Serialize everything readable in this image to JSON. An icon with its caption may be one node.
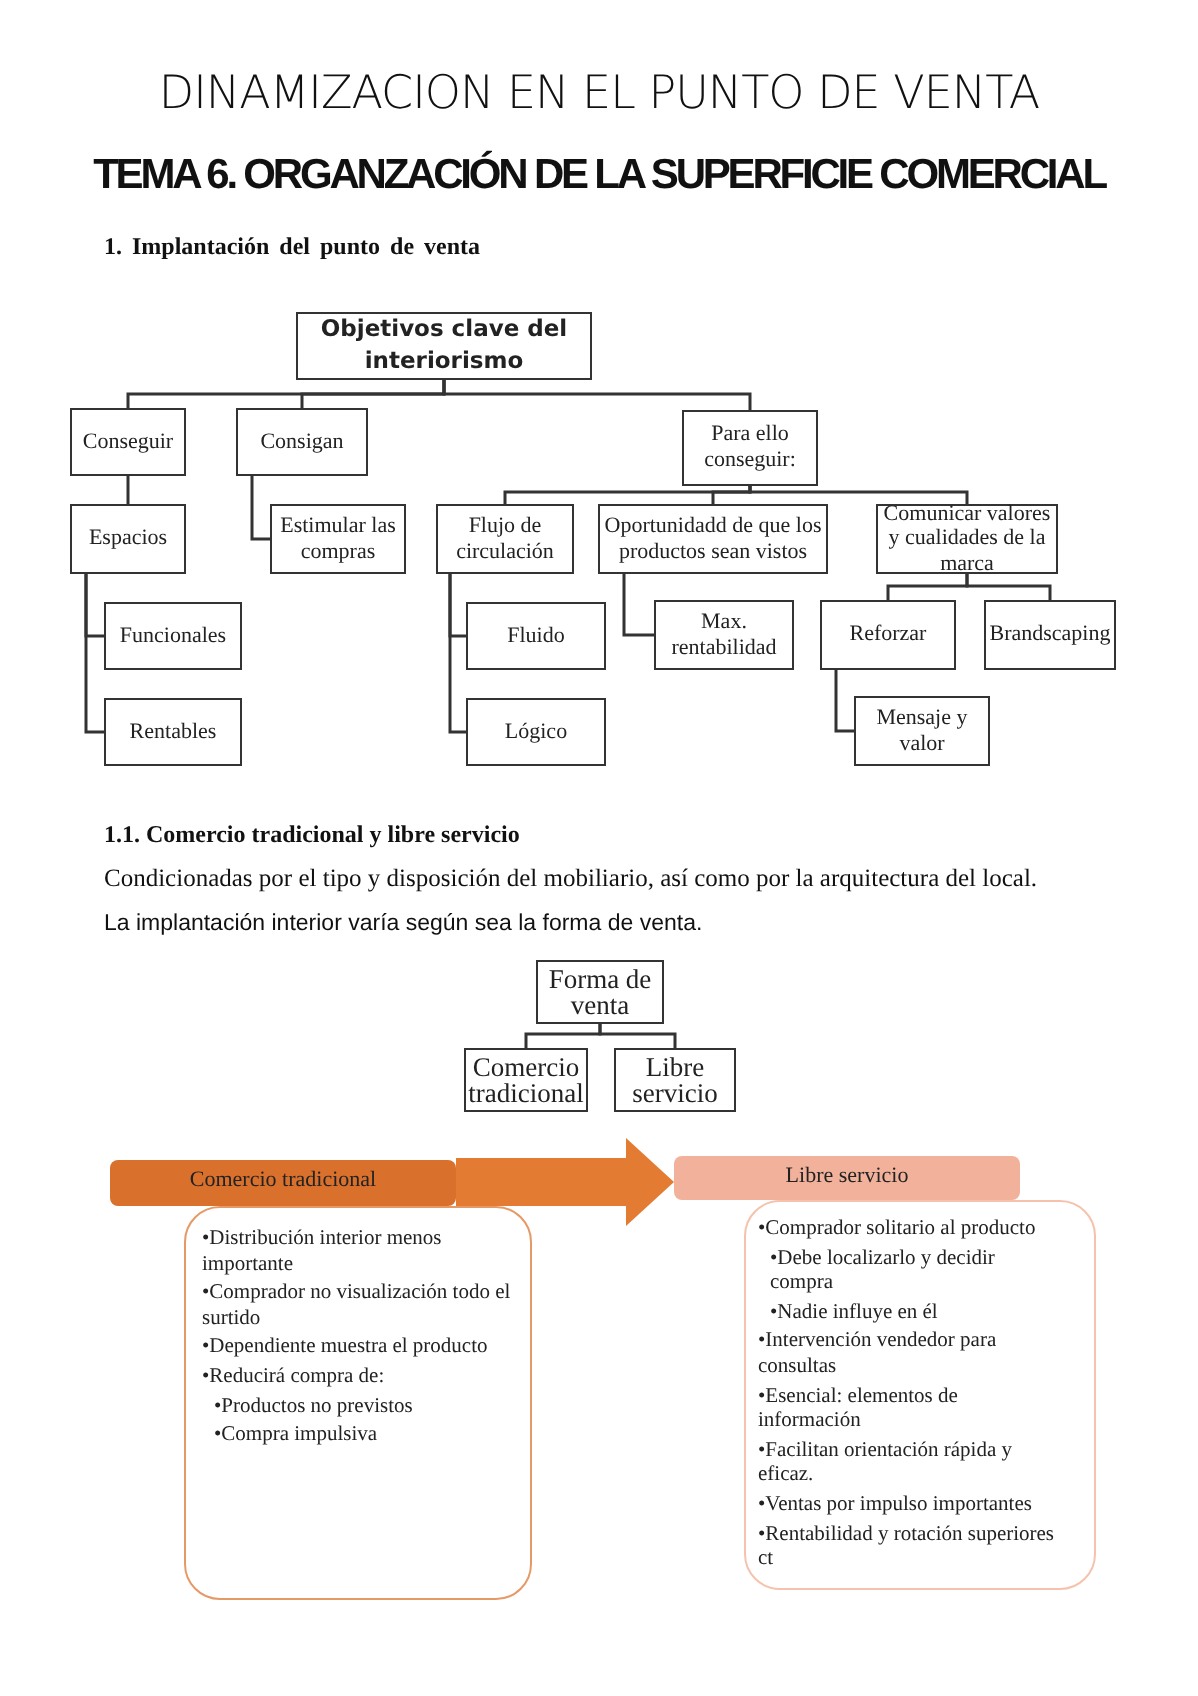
{
  "diagram": {
    "title": "DINAMIZACION EN EL PUNTO DE VENTA",
    "nodes": [
      {
        "text": [
          "Objetivos clave del interiorismo"
        ]
      },
      {
        "text": [
          "Conseguir"
        ]
      },
      {
        "text": [
          "Consigan"
        ]
      },
      {
        "text": [
          "Para ello conseguir:"
        ]
      },
      {
        "text": [
          "Espacios"
        ]
      },
      {
        "text": [
          "Estimular las compras"
        ]
      },
      {
        "text": [
          "Flujo de circulación"
        ]
      },
      {
        "text": [
          "Oportunidadd de que los productos sean vistos"
        ]
      },
      {
        "text": [
          "Comunicar valores y cualidades de la marca"
        ]
      },
      {
        "text": [
          "Funcionales"
        ]
      },
      {
        "text": [
          "Rentables"
        ]
      },
      {
        "text": [
          "Fluido"
        ]
      },
      {
        "text": [
          "Lógico"
        ]
      },
      {
        "text": [
          "Max. rentabilidad"
        ]
      },
      {
        "text": [
          "Reforzar"
        ]
      },
      {
        "text": [
          "Brandscaping"
        ]
      },
      {
        "text": [
          "Mensaje y valor"
        ]
      },
      {
        "text": [
          "Forma de venta"
        ]
      },
      {
        "text": [
          "Comercio tradicional"
        ]
      },
      {
        "text": [
          "Libre servicio"
        ]
      },
      {
        "text": [
          "Comercio tradicional"
        ]
      },
      {
        "text": [
          "•Distribución interior menos importante",
          "•Comprador no visualización todo el surtido",
          "•Dependiente muestra el producto",
          "•Reducirá compra de:",
          "•Productos no previstos",
          "•Compra impulsiva"
        ]
      },
      {
        "text": [
          "Libre servicio"
        ]
      },
      {
        "text": [
          "•Comprador solitario al producto",
          "•Debe localizarlo y decidir compra",
          "•Nadie influye en él",
          "•Intervención vendedor para consultas",
          "•Esencial: elementos de información",
          "•Facilitan orientación rápida y eficaz.",
          "•Ventas por impulso importantes",
          "•Rentabilidad y rotación superiores ct"
        ]
      }
    ],
    "edges": [
      {
        "from": 0,
        "to": 1,
        "arrow": "none"
      },
      {
        "from": 0,
        "to": 2,
        "arrow": "none"
      },
      {
        "from": 0,
        "to": 3,
        "arrow": "none"
      },
      {
        "from": 1,
        "to": 4,
        "arrow": "none"
      },
      {
        "from": 4,
        "to": 9,
        "arrow": "none"
      },
      {
        "from": 4,
        "to": 10,
        "arrow": "none"
      },
      {
        "from": 2,
        "to": 5,
        "arrow": "none"
      },
      {
        "from": 3,
        "to": 6,
        "arrow": "none"
      },
      {
        "from": 3,
        "to": 7,
        "arrow": "none"
      },
      {
        "from": 3,
        "to": 8,
        "arrow": "none"
      },
      {
        "from": 6,
        "to": 11,
        "arrow": "none"
      },
      {
        "from": 6,
        "to": 12,
        "arrow": "none"
      },
      {
        "from": 7,
        "to": 13,
        "arrow": "none"
      },
      {
        "from": 8,
        "to": 14,
        "arrow": "none"
      },
      {
        "from": 8,
        "to": 15,
        "arrow": "none"
      },
      {
        "from": 14,
        "to": 16,
        "arrow": "none"
      },
      {
        "from": 17,
        "to": 18,
        "arrow": "none"
      },
      {
        "from": 17,
        "to": 19,
        "arrow": "none"
      },
      {
        "from": 20,
        "to": 22,
        "arrow": "to",
        "style": "thick",
        "color": "#e47b32"
      }
    ],
    "labels": [
      "TEMA 6. ORGANZACIÓN DE LA SUPERFICIE COMERCIAL",
      "1. Implantación del punto de venta",
      "1.1. Comercio tradicional y libre servicio",
      "Condicionadas por el tipo y disposición del mobiliario, así como por la arquitectura del local.",
      "La implantación interior varía según sea la forma de venta."
    ]
  }
}
